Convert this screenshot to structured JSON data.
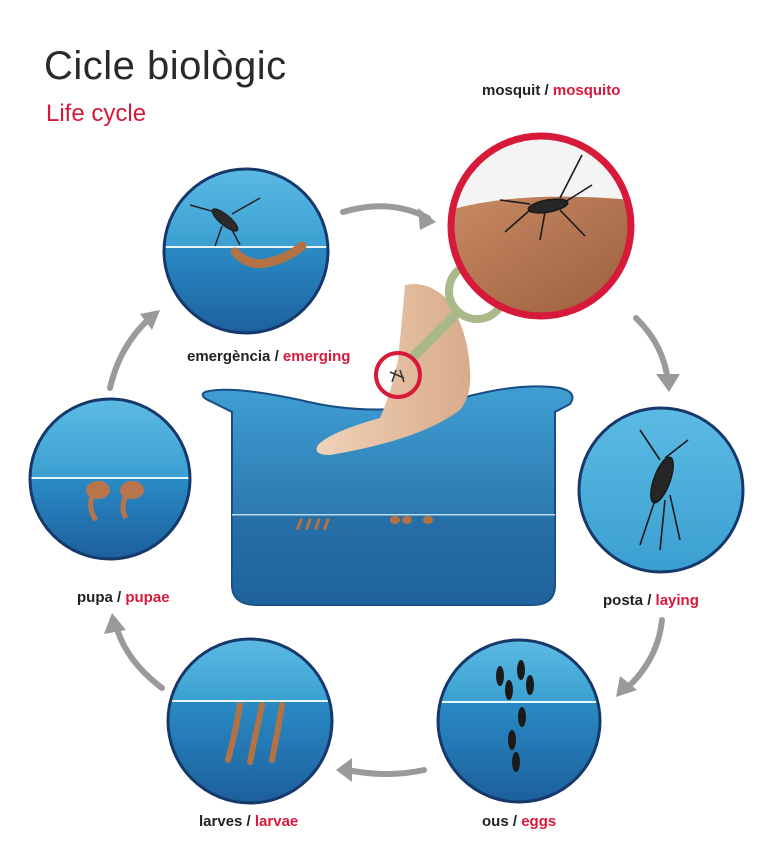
{
  "title": "Cicle biològic",
  "subtitle": "Life cycle",
  "separator": "/",
  "stages": {
    "mosquito": {
      "ca": "mosquit",
      "en": "mosquito"
    },
    "laying": {
      "ca": "posta",
      "en": "laying"
    },
    "eggs": {
      "ca": "ous",
      "en": "eggs"
    },
    "larvae": {
      "ca": "larves",
      "en": "larvae"
    },
    "pupae": {
      "ca": "pupa",
      "en": "pupae"
    },
    "emerging": {
      "ca": "emergència",
      "en": "emerging"
    }
  },
  "colors": {
    "accent": "#d7193a",
    "water_light": "#3fa6d6",
    "water_dark": "#1f6fae",
    "circle_border": "#17386b",
    "arrow": "#9a9a9a",
    "skin": "#b97a55",
    "lens_ring": "#a9b98a"
  }
}
